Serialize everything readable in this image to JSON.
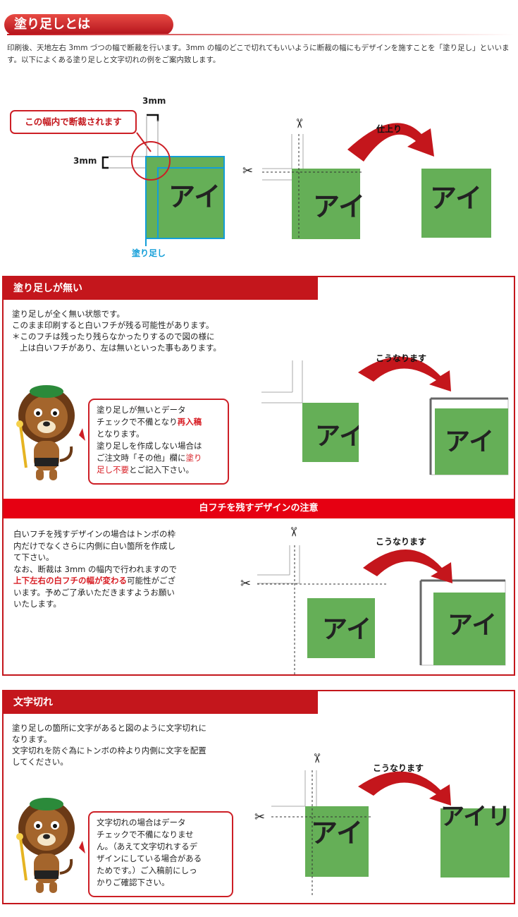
{
  "header": {
    "title": "塗り足しとは",
    "intro": "印刷後、天地左右 3mm づつの幅で断裁を行います。3mm の幅のどこで切れてもいいように断裁の幅にもデザインを施すことを「塗り足し」といいます。以下によくある塗り足しと文字切れの例をご案内致します。"
  },
  "diagram": {
    "callout": "この幅内で断裁されます",
    "label_3mm_top": "3mm",
    "label_3mm_left": "3mm",
    "label_bleed": "塗り足し",
    "square_text": "アイ",
    "result_label": "仕上り"
  },
  "section_no_bleed": {
    "heading": "塗り足しが無い",
    "body": [
      "塗り足しが全く無い状態です。",
      "このまま印刷すると白いフチが残る可能性があります。",
      "＊このフチは残ったり残らなかったりするので図の様に",
      "上は白いフチがあり、左は無いといった事もあります。"
    ],
    "speech_1": "塗り足しが無いとデータ",
    "speech_2a": "チェックで不備となり",
    "speech_2b": "再入稿",
    "speech_3": "となります。",
    "speech_4": "塗り足しを作成しない場合は",
    "speech_5a": "ご注文時「その他」欄に",
    "speech_5b": "塗り",
    "speech_6a": "足し不要",
    "speech_6b": "とご記入下さい。",
    "square_text": "アイ",
    "result_label": "こうなります"
  },
  "section_white_border": {
    "heading": "白フチを残すデザインの注意",
    "body_1": "白いフチを残すデザインの場合はトンボの枠",
    "body_2": "内だけでなくさらに内側に白い箇所を作成し",
    "body_3": "て下さい。",
    "body_4": "なお、断裁は 3mm の幅内で行われますので",
    "body_5a": "上下左右の白フチの幅が変わる",
    "body_5b": "可能性がござ",
    "body_6": "います。予めご了承いただきますようお願い",
    "body_7": "いたします。",
    "square_text": "アイ",
    "result_label": "こうなります"
  },
  "section_text_cut": {
    "heading": "文字切れ",
    "body": [
      "塗り足しの箇所に文字があると図のように文字切れに",
      "なります。",
      "文字切れを防ぐ為にトンボの枠より内側に文字を配置",
      "してください。"
    ],
    "speech": [
      "文字切れの場合はデータ",
      "チェックで不備になりませ",
      "ん。（あえて文字切れするデ",
      "ザインにしている場合がある",
      "ためです。）ご入稿前にしっ",
      "かりご確認下さい。"
    ],
    "square_text": "アイ",
    "result_text": "アイリ",
    "result_label": "こうなります"
  },
  "colors": {
    "red": "#c4161c",
    "band_red": "#e60012",
    "green": "#65af57",
    "cyan": "#139ed8"
  }
}
